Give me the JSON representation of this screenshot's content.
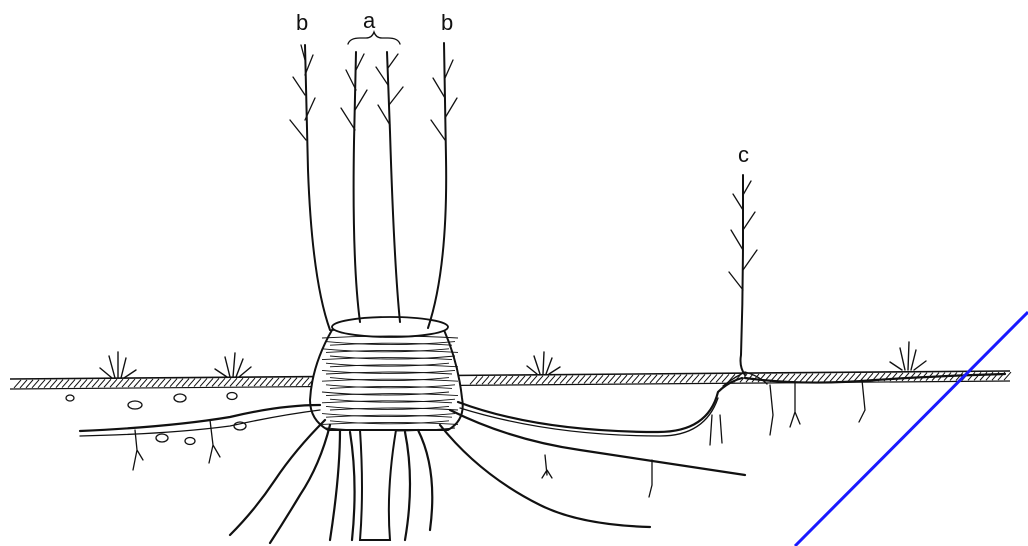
{
  "labels": {
    "a": "a",
    "b_left": "b",
    "b_right": "b",
    "c": "c"
  },
  "colors": {
    "ink": "#111111",
    "background": "#ffffff",
    "overlay_line": "#1a1aff"
  }
}
